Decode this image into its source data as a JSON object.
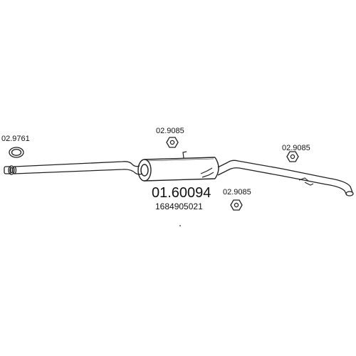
{
  "diagram": {
    "main_part_number": "01.60094",
    "oem_number": "1684905021",
    "parts": [
      {
        "label": "02.9761",
        "icon": "gasket-ring-icon"
      },
      {
        "label": "02.9085",
        "icon": "rubber-hanger-icon"
      },
      {
        "label": "02.9085",
        "icon": "rubber-hanger-icon"
      },
      {
        "label": "02.9085",
        "icon": "rubber-hanger-icon"
      }
    ],
    "colors": {
      "line": "#222222",
      "background": "#ffffff"
    }
  }
}
